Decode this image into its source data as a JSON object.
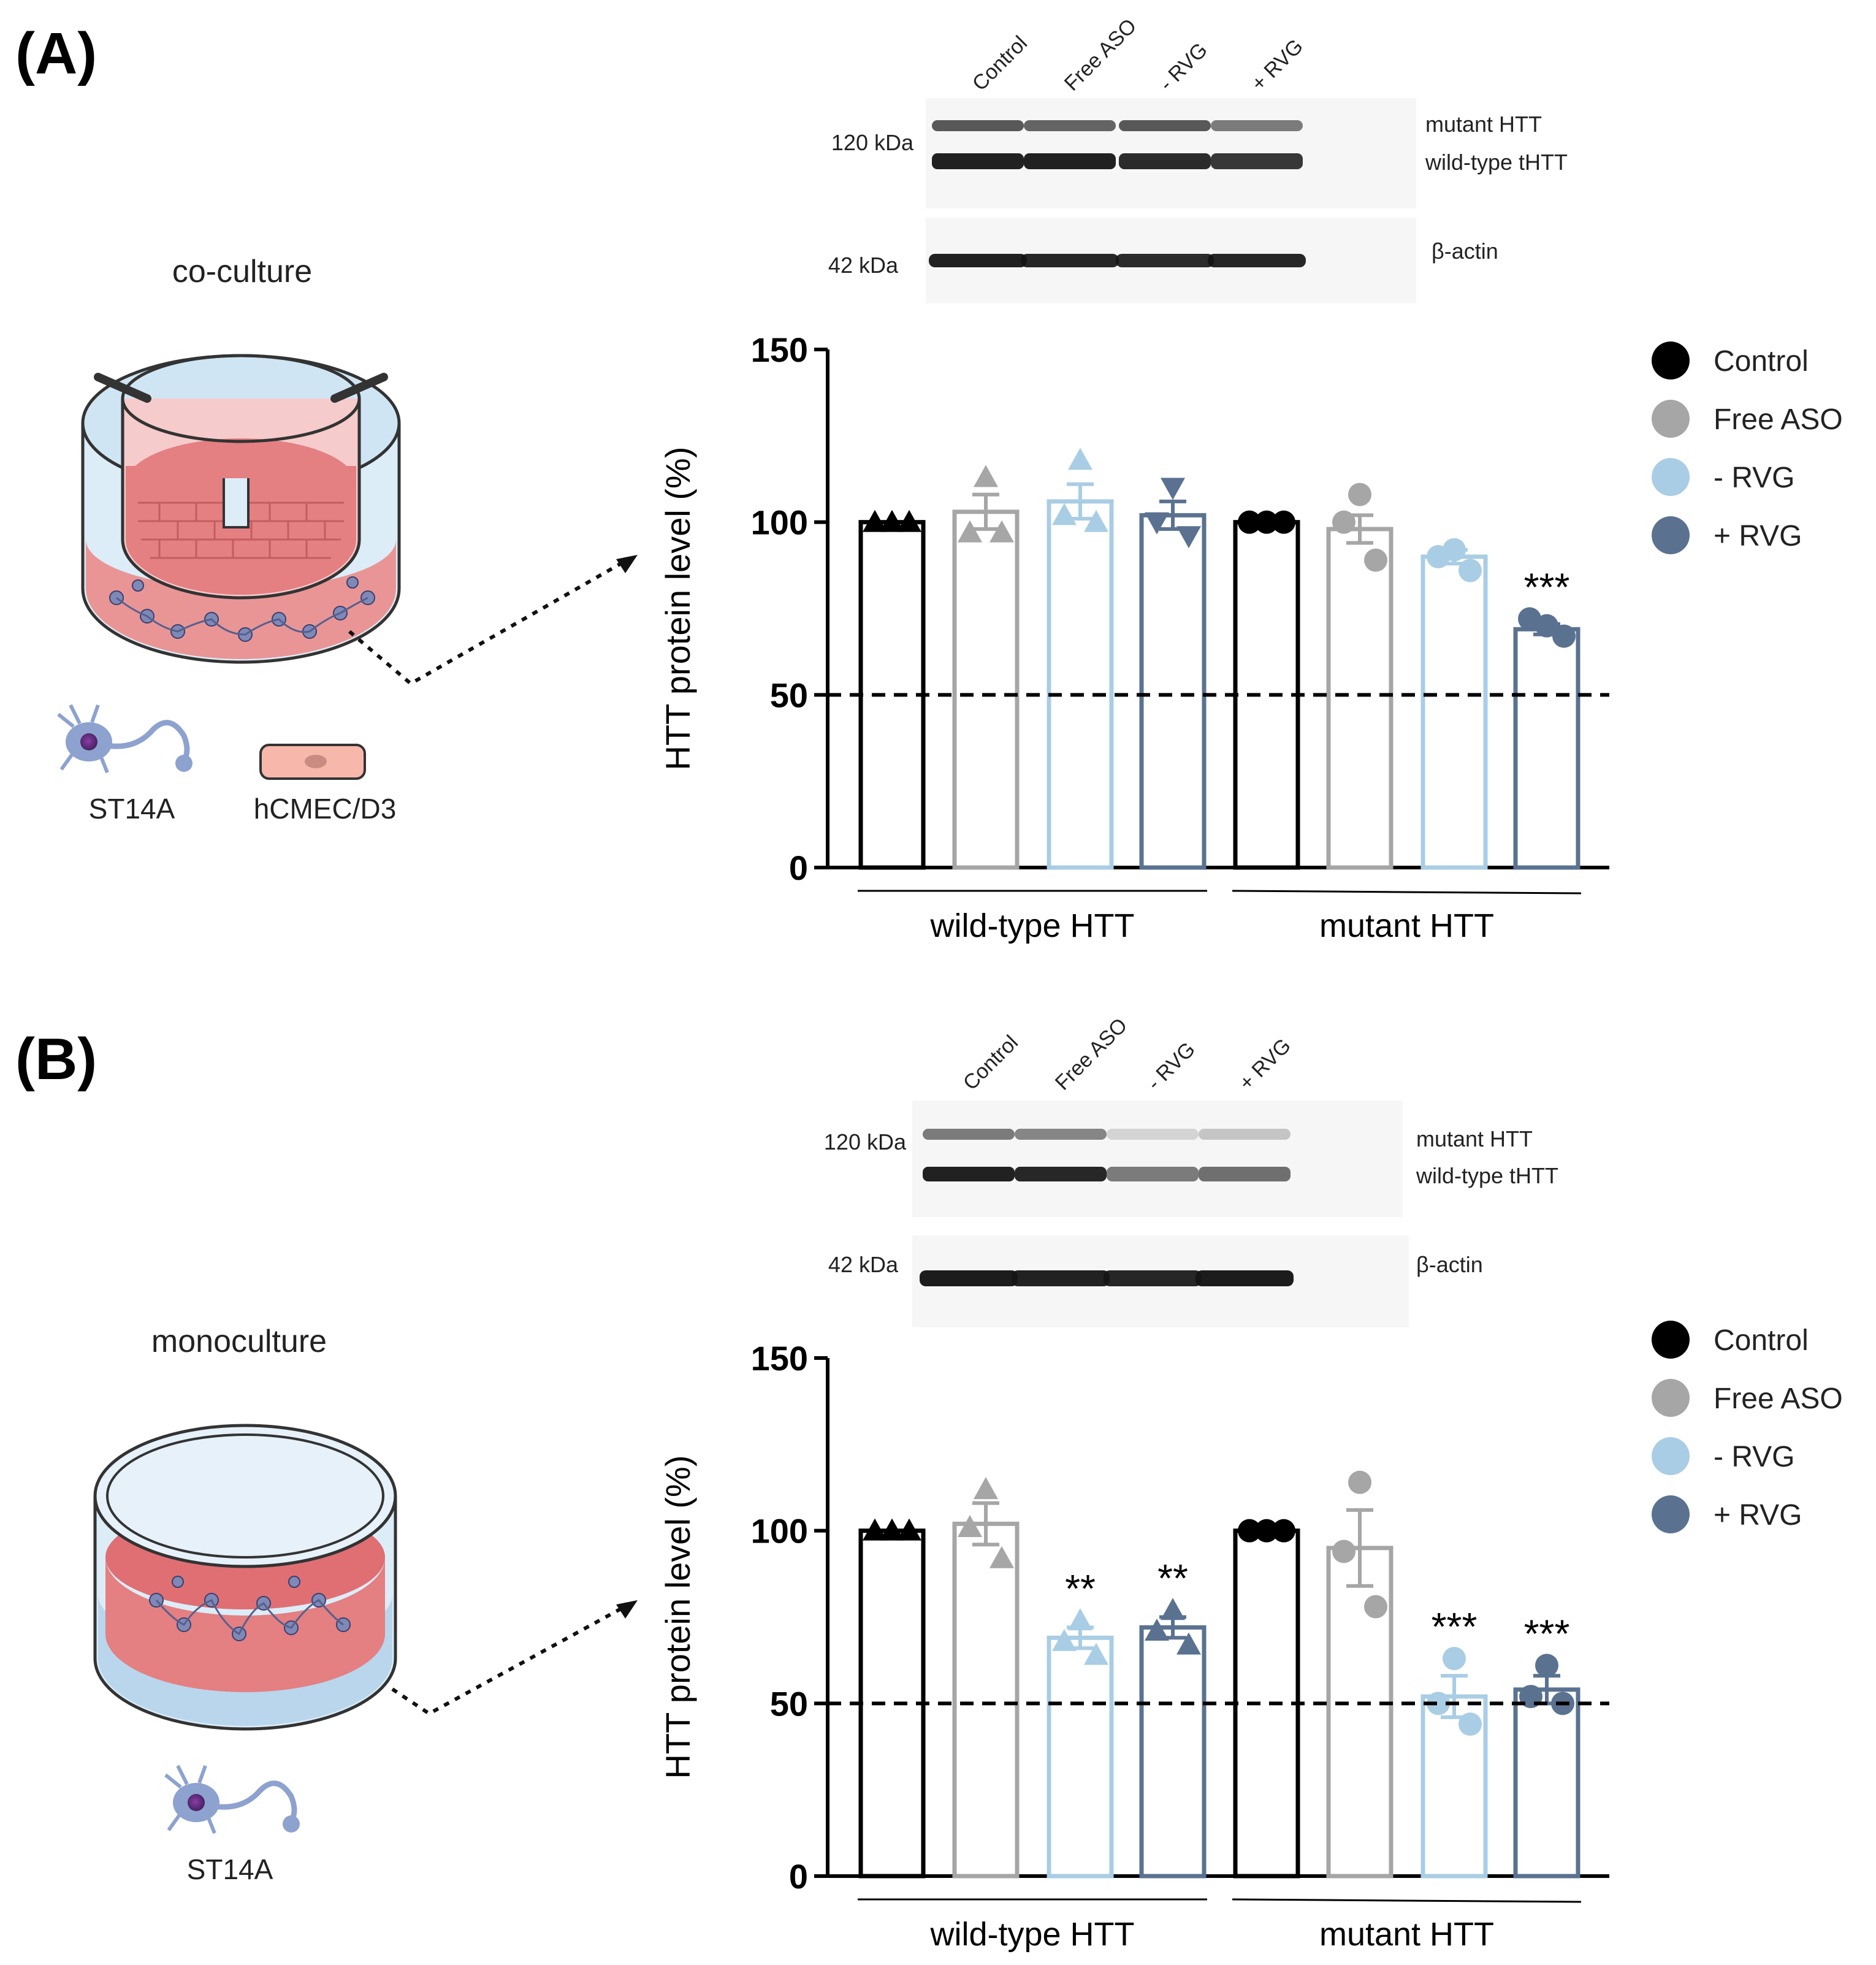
{
  "colors": {
    "Control": "#000000",
    "Free ASO": "#a6a6a6",
    "- RVG": "#a9cde4",
    "+ RVG": "#5a7290",
    "membrane": "#f7f7f7",
    "band": "#151515"
  },
  "panels": [
    {
      "label": "(A)",
      "culture_label": "co-culture",
      "cell_labels": [
        "ST14A",
        "hCMEC/D3"
      ],
      "blot": {
        "lanes": [
          "Control",
          "Free ASO",
          "- RVG",
          "+ RVG"
        ],
        "marker_upper": "120 kDa",
        "marker_lower": "42 kDa",
        "band_labels": [
          "mutant HTT",
          "wild-type tHTT",
          "β-actin"
        ]
      }
    },
    {
      "label": "(B)",
      "culture_label": "monoculture",
      "cell_labels": [
        "ST14A"
      ],
      "blot": {
        "lanes": [
          "Control",
          "Free ASO",
          "- RVG",
          "+ RVG"
        ],
        "marker_upper": "120 kDa",
        "marker_lower": "42 kDa",
        "band_labels": [
          "mutant HTT",
          "wild-type tHTT",
          "β-actin"
        ]
      }
    }
  ],
  "chart_data": [
    {
      "type": "bar",
      "ylabel": "HTT protein level (%)",
      "ylim": [
        0,
        150
      ],
      "yticks": [
        0,
        50,
        100,
        150
      ],
      "reference_line": 50,
      "groups": [
        "wild-type HTT",
        "mutant HTT"
      ],
      "legend": [
        "Control",
        "Free ASO",
        "- RVG",
        "+ RVG"
      ],
      "legend_position": "right",
      "series": [
        {
          "name": "Control",
          "marker": "triangle-up",
          "values": [
            100,
            100
          ],
          "sem": [
            0,
            0
          ],
          "points": [
            [
              100,
              100,
              100
            ],
            [
              100,
              100,
              100
            ]
          ],
          "annotations": [
            "",
            ""
          ]
        },
        {
          "name": "Free ASO",
          "marker": "triangle-up",
          "values": [
            103,
            98
          ],
          "sem": [
            5,
            4
          ],
          "points": [
            [
              113,
              97,
              97
            ],
            [
              108,
              100,
              89
            ]
          ],
          "annotations": [
            "",
            ""
          ]
        },
        {
          "name": "- RVG",
          "marker": "triangle-up",
          "values": [
            106,
            90
          ],
          "sem": [
            5,
            2
          ],
          "points": [
            [
              118,
              102,
              100
            ],
            [
              92,
              90,
              86
            ]
          ],
          "annotations": [
            "",
            ""
          ]
        },
        {
          "name": "+ RVG",
          "marker": "triangle-down",
          "values": [
            102,
            69
          ],
          "sem": [
            4,
            1.5
          ],
          "points": [
            [
              110,
              100,
              96
            ],
            [
              72,
              70,
              67
            ]
          ],
          "annotations": [
            "",
            "***"
          ]
        }
      ]
    },
    {
      "type": "bar",
      "ylabel": "HTT protein level (%)",
      "ylim": [
        0,
        150
      ],
      "yticks": [
        0,
        50,
        100,
        150
      ],
      "reference_line": 50,
      "groups": [
        "wild-type HTT",
        "mutant HTT"
      ],
      "legend": [
        "Control",
        "Free ASO",
        "- RVG",
        "+ RVG"
      ],
      "legend_position": "right",
      "series": [
        {
          "name": "Control",
          "marker": "triangle-up",
          "values": [
            100,
            100
          ],
          "sem": [
            0,
            0
          ],
          "points": [
            [
              100,
              100,
              100
            ],
            [
              100,
              100,
              100
            ]
          ],
          "annotations": [
            "",
            ""
          ]
        },
        {
          "name": "Free ASO",
          "marker": "triangle-up",
          "values": [
            102,
            95
          ],
          "sem": [
            6,
            11
          ],
          "points": [
            [
              112,
              101,
              92
            ],
            [
              114,
              94,
              78
            ]
          ],
          "annotations": [
            "",
            ""
          ]
        },
        {
          "name": "- RVG",
          "marker": "triangle-up",
          "values": [
            69,
            52
          ],
          "sem": [
            3,
            6
          ],
          "points": [
            [
              74,
              68,
              64
            ],
            [
              63,
              50,
              44
            ]
          ],
          "annotations": [
            "**",
            "***"
          ]
        },
        {
          "name": "+ RVG",
          "marker": "triangle-up",
          "values": [
            72,
            54
          ],
          "sem": [
            3,
            4
          ],
          "points": [
            [
              77,
              71,
              67
            ],
            [
              61,
              52,
              50
            ]
          ],
          "annotations": [
            "**",
            "***"
          ]
        }
      ]
    }
  ]
}
